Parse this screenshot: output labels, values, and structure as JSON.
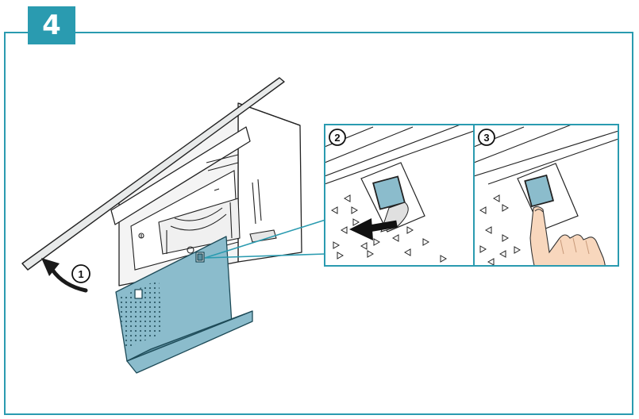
{
  "step": {
    "number": "4"
  },
  "callouts": [
    {
      "number": "1"
    },
    {
      "number": "2"
    },
    {
      "number": "3"
    }
  ],
  "colors": {
    "accent": "#2a9bb0",
    "filter": "#8bbccc",
    "filter_dark": "#5b8fa0",
    "glass": "#e8eaea",
    "line": "#222222"
  }
}
